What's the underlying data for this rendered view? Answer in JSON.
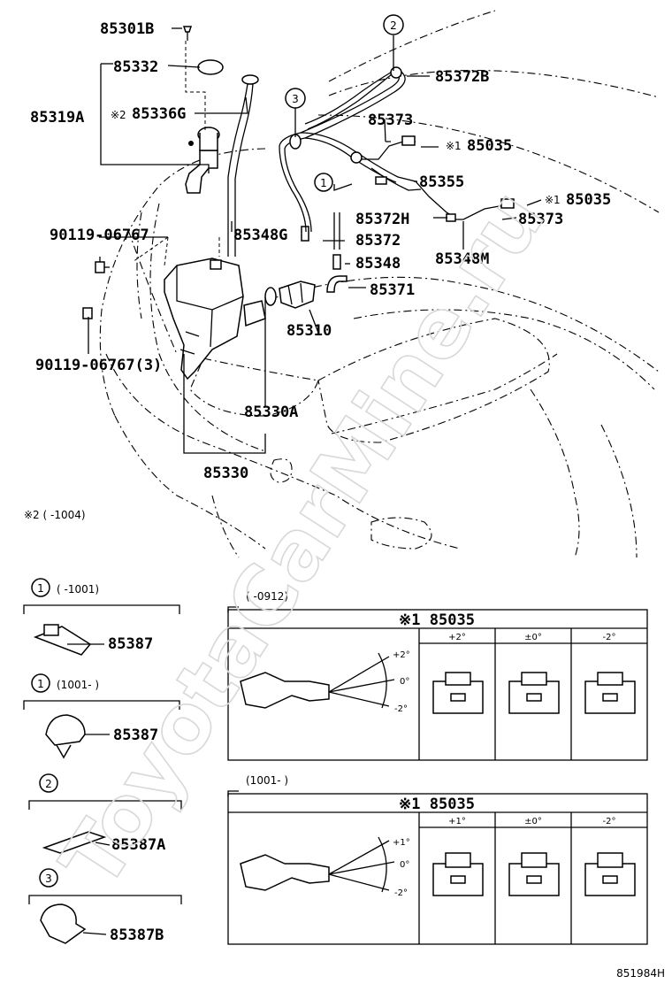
{
  "labels": {
    "p85301B": "85301B",
    "p85332": "85332",
    "p85319A": "85319A",
    "p85336G_note": "※2",
    "p85336G": "85336G",
    "p90119a": "90119-06767",
    "p90119b": "90119-06767(3)",
    "p85348G": "85348G",
    "p85372": "85372",
    "p85348": "85348",
    "p85371": "85371",
    "p85310": "85310",
    "p85330A": "85330A",
    "p85330": "85330",
    "p85372B": "85372B",
    "p85373a": "85373",
    "p85035a_note": "※1",
    "p85035a": "85035",
    "p85355": "85355",
    "p85035b_note": "※1",
    "p85035b": "85035",
    "p85372H": "85372H",
    "p85373b": "85373",
    "p85348M": "85348M",
    "circle1": "1",
    "circle2": "2",
    "circle3": "3"
  },
  "footnote": "※2 (      -1004)",
  "clips": [
    {
      "num": "1",
      "note": "(      -1001)",
      "part": "85387"
    },
    {
      "num": "1",
      "note": "(1001-      )",
      "part": "85387"
    },
    {
      "num": "2",
      "note": "",
      "part": "85387A"
    },
    {
      "num": "3",
      "note": "",
      "part": "85387B"
    }
  ],
  "tables": [
    {
      "note": "(      -0912)",
      "title": "※1 85035",
      "cols": [
        "+2°",
        "±0°",
        "-2°"
      ],
      "angles": [
        "+2°",
        "0°",
        "-2°"
      ]
    },
    {
      "note": "(1001-      )",
      "title": "※1 85035",
      "cols": [
        "+1°",
        "±0°",
        "-2°"
      ],
      "angles": [
        "+1°",
        "0°",
        "-2°"
      ]
    }
  ],
  "watermark": "ToyotaCarMine.ru",
  "figure_code": "851984H"
}
